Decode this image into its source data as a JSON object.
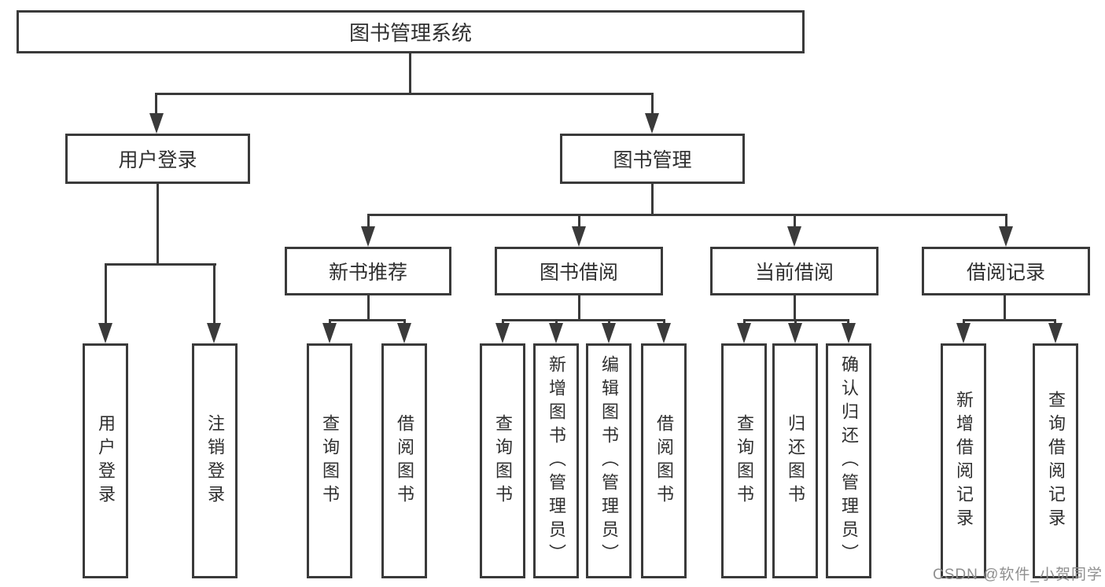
{
  "diagram": {
    "root": "图书管理系统",
    "user_login": {
      "label": "用户登录",
      "children": [
        "用户登录",
        "注销登录"
      ]
    },
    "book_mgmt": {
      "label": "图书管理",
      "children": [
        {
          "label": "新书推荐",
          "children": [
            "查询图书",
            "借阅图书"
          ]
        },
        {
          "label": "图书借阅",
          "children": [
            "查询图书",
            "新增图书（管理员）",
            "编辑图书（管理员）",
            "借阅图书"
          ]
        },
        {
          "label": "当前借阅",
          "children": [
            "查询图书",
            "归还图书",
            "确认归还（管理员）"
          ]
        },
        {
          "label": "借阅记录",
          "children": [
            "新增借阅记录",
            "查询借阅记录"
          ]
        }
      ]
    }
  },
  "watermark": "CSDN @软件_小贺同学",
  "colors": {
    "line": "#3a3a3a",
    "text": "#2f2f2f",
    "watermark": "#8f8f8f",
    "background": "#ffffff"
  }
}
